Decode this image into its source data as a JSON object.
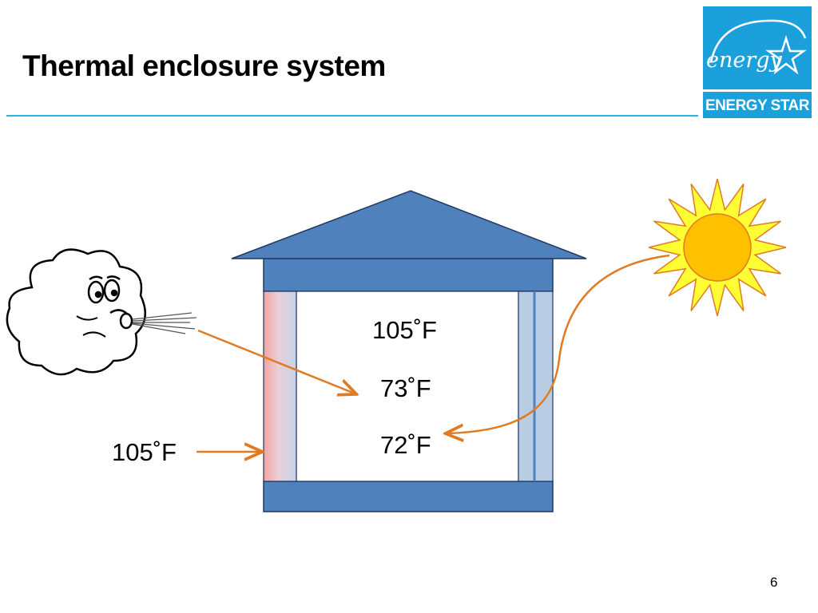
{
  "slide": {
    "title": "Thermal enclosure system",
    "page_number": "6"
  },
  "logo": {
    "script_text": "energy",
    "text": "ENERGY STAR",
    "background_color": "#1ba0dc"
  },
  "labels": {
    "indoor_top": "105˚F",
    "indoor_middle": "73˚F",
    "indoor_bottom": "72˚F",
    "outdoor": "105˚F"
  },
  "colors": {
    "house": "#4f81bd",
    "house_outline": "#1f3864",
    "arrow": "#e07b24",
    "sun_core": "#ffc000",
    "sun_rays": "#ffff33",
    "rule": "#2fb3e6"
  }
}
